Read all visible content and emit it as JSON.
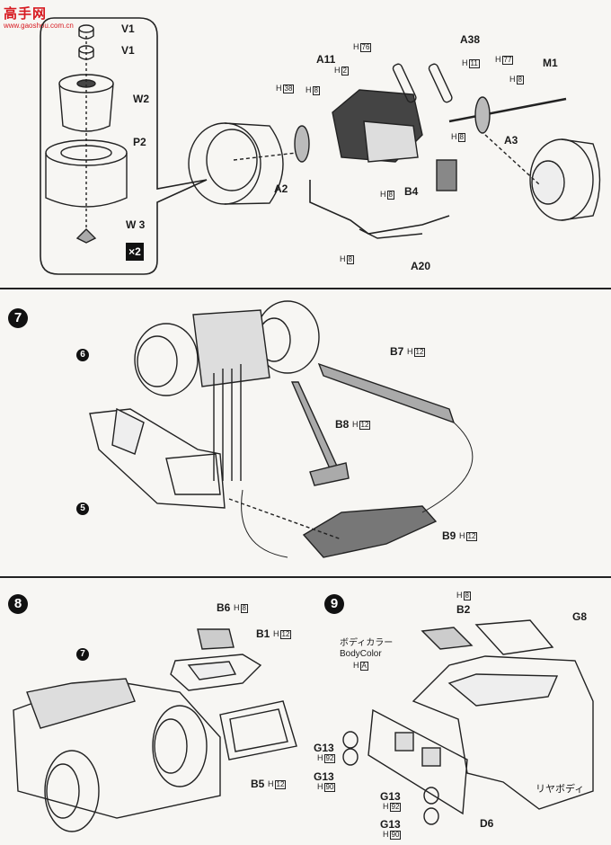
{
  "watermark": {
    "text": "高手网",
    "sub": "www.gaoshou.com.cn"
  },
  "step6": {
    "parts": {
      "V1a": "V1",
      "V1b": "V1",
      "W2": "W2",
      "P2": "P2",
      "W3": "W 3",
      "A11": "A11",
      "A38": "A38",
      "M1": "M1",
      "A2": "A2",
      "A3": "A3",
      "B4": "B4",
      "A20": "A20"
    },
    "multiplier": "×2",
    "h_codes": {
      "h76": "76",
      "h2": "2",
      "h38": "38",
      "h8a": "8",
      "h11": "11",
      "h77": "77",
      "h8b": "8",
      "h8c": "8",
      "h8d": "8",
      "h8e": "8"
    }
  },
  "step7": {
    "number": "7",
    "refs": {
      "r6": "6",
      "r5": "5"
    },
    "parts": {
      "B7": "B7",
      "B8": "B8",
      "B9": "B9"
    },
    "h_codes": {
      "h12a": "12",
      "h12b": "12",
      "h12c": "12"
    }
  },
  "step8": {
    "number": "8",
    "refs": {
      "r7": "7"
    },
    "parts": {
      "B6": "B6",
      "B1": "B1",
      "B5": "B5"
    },
    "h_codes": {
      "h8": "8",
      "h12a": "12",
      "h12b": "12"
    }
  },
  "step9": {
    "number": "9",
    "parts": {
      "B2": "B2",
      "G8": "G8",
      "G13a": "G13",
      "G13b": "G13",
      "G13c": "G13",
      "G13d": "G13",
      "D6": "D6"
    },
    "body_color_jp": "ボディカラー",
    "body_color_en": "BodyColor",
    "rear_body_jp": "リヤボディ",
    "h_codes": {
      "h8": "8",
      "hA": "A",
      "h92a": "92",
      "h90a": "90",
      "h92b": "92",
      "h90b": "90"
    }
  }
}
